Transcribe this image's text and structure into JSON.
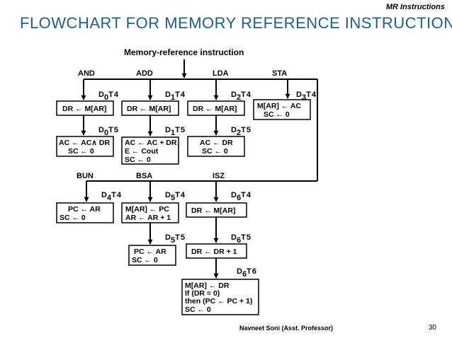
{
  "header": {
    "corner_label": "MR Instructions",
    "title": "FLOWCHART FOR MEMORY REFERENCE INSTRUCTIONS"
  },
  "footer": {
    "author": "Navneet Soni (Asst. Professor)",
    "page_number": "30"
  },
  "diagram": {
    "root_label": "Memory-reference instruction",
    "branch_labels": {
      "and": "AND",
      "add": "ADD",
      "lda": "LDA",
      "sta": "STA",
      "bun": "BUN",
      "bsa": "BSA",
      "isz": "ISZ"
    },
    "timing": {
      "and_t4": {
        "d": "D",
        "ds": "0",
        "t": "T",
        "ts": "4"
      },
      "add_t4": {
        "d": "D",
        "ds": "1",
        "t": "T",
        "ts": "4"
      },
      "lda_t4": {
        "d": "D",
        "ds": "2",
        "t": "T",
        "ts": "4"
      },
      "sta_t4": {
        "d": "D",
        "ds": "3",
        "t": "T",
        "ts": "4"
      },
      "and_t5": {
        "d": "D",
        "ds": "0",
        "t": "T",
        "ts": "5"
      },
      "add_t5": {
        "d": "D",
        "ds": "1",
        "t": "T",
        "ts": "5"
      },
      "lda_t5": {
        "d": "D",
        "ds": "2",
        "t": "T",
        "ts": "5"
      },
      "bun_t4": {
        "d": "D",
        "ds": "4",
        "t": "T",
        "ts": "4"
      },
      "bsa_t4": {
        "d": "D",
        "ds": "5",
        "t": "T",
        "ts": "4"
      },
      "isz_t4": {
        "d": "D",
        "ds": "6",
        "t": "T",
        "ts": "4"
      },
      "bsa_t5": {
        "d": "D",
        "ds": "5",
        "t": "T",
        "ts": "5"
      },
      "isz_t5": {
        "d": "D",
        "ds": "6",
        "t": "T",
        "ts": "5"
      },
      "isz_t6": {
        "d": "D",
        "ds": "6",
        "t": "T",
        "ts": "6"
      }
    },
    "boxes": {
      "and_t4": [
        "DR ← M[AR]"
      ],
      "add_t4": [
        "DR ← M[AR]"
      ],
      "lda_t4": [
        "DR ← M[AR]"
      ],
      "sta_t4": [
        "M[AR] ← AC",
        "SC ← 0"
      ],
      "and_t5": [
        "AC ← AC∧ DR",
        "SC ← 0"
      ],
      "add_t5": [
        "AC ← AC + DR",
        "E ← Cout",
        "SC ← 0"
      ],
      "lda_t5": [
        "AC ← DR",
        "SC ← 0"
      ],
      "bun_t4": [
        "PC ← AR",
        "SC ← 0"
      ],
      "bsa_t4": [
        "M[AR] ← PC",
        "AR ← AR + 1"
      ],
      "isz_t4": [
        "DR ← M[AR]"
      ],
      "bsa_t5": [
        "PC ← AR",
        "SC ← 0"
      ],
      "isz_t5": [
        "DR ← DR + 1"
      ],
      "isz_t6": [
        "M[AR] ← DR",
        "If (DR = 0)",
        "then (PC ← PC + 1)",
        "SC ← 0"
      ]
    }
  }
}
